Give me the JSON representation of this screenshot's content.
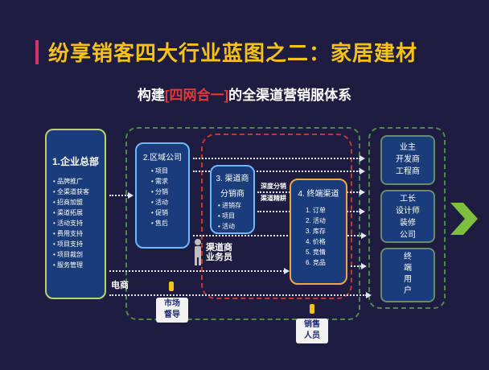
{
  "title": "纷享销客四大行业蓝图之二：家居建材",
  "subtitle": {
    "prefix": "构建",
    "highlight": "[四网合一]",
    "suffix": "的全渠道营销服体系"
  },
  "hq": {
    "title": "1.企业总部",
    "items": [
      "品牌推广",
      "全渠道获客",
      "招商加盟",
      "渠道拓展",
      "活动支持",
      "费用支持",
      "项目支持",
      "项目裁剖",
      "服务管理"
    ]
  },
  "region": {
    "title": "2.区域公司",
    "items": [
      "项目",
      "需求",
      "分销",
      "活动",
      "促销",
      "售后"
    ]
  },
  "channel": {
    "title_line1": "3. 渠道商",
    "title_line2": "分销商",
    "items": [
      "进销存",
      "项目",
      "活动"
    ]
  },
  "terminal": {
    "title": "4. 终端渠道",
    "items": [
      "1. 订单",
      "2. 活动",
      "3. 库存",
      "4. 价格",
      "5. 竞情",
      "6. 竞品"
    ]
  },
  "customers": [
    {
      "text": "业主\n开发商\n工程商"
    },
    {
      "text": "工长\n设计师\n装修\n公司"
    },
    {
      "text": "终\n端\n用\n户"
    }
  ],
  "labels": {
    "dealer_staff": "渠道商\n业务员",
    "ecommerce": "电商",
    "market_supervisor": "市场\n督导",
    "sales_staff": "销售\n人员",
    "deep_dist": "深度分销",
    "channel_refine": "渠道精耕"
  },
  "colors": {
    "background": "#1e1c40",
    "title": "#f6c21a",
    "accent_red": "#e53935",
    "arrow_green": "#7fbf3f"
  }
}
